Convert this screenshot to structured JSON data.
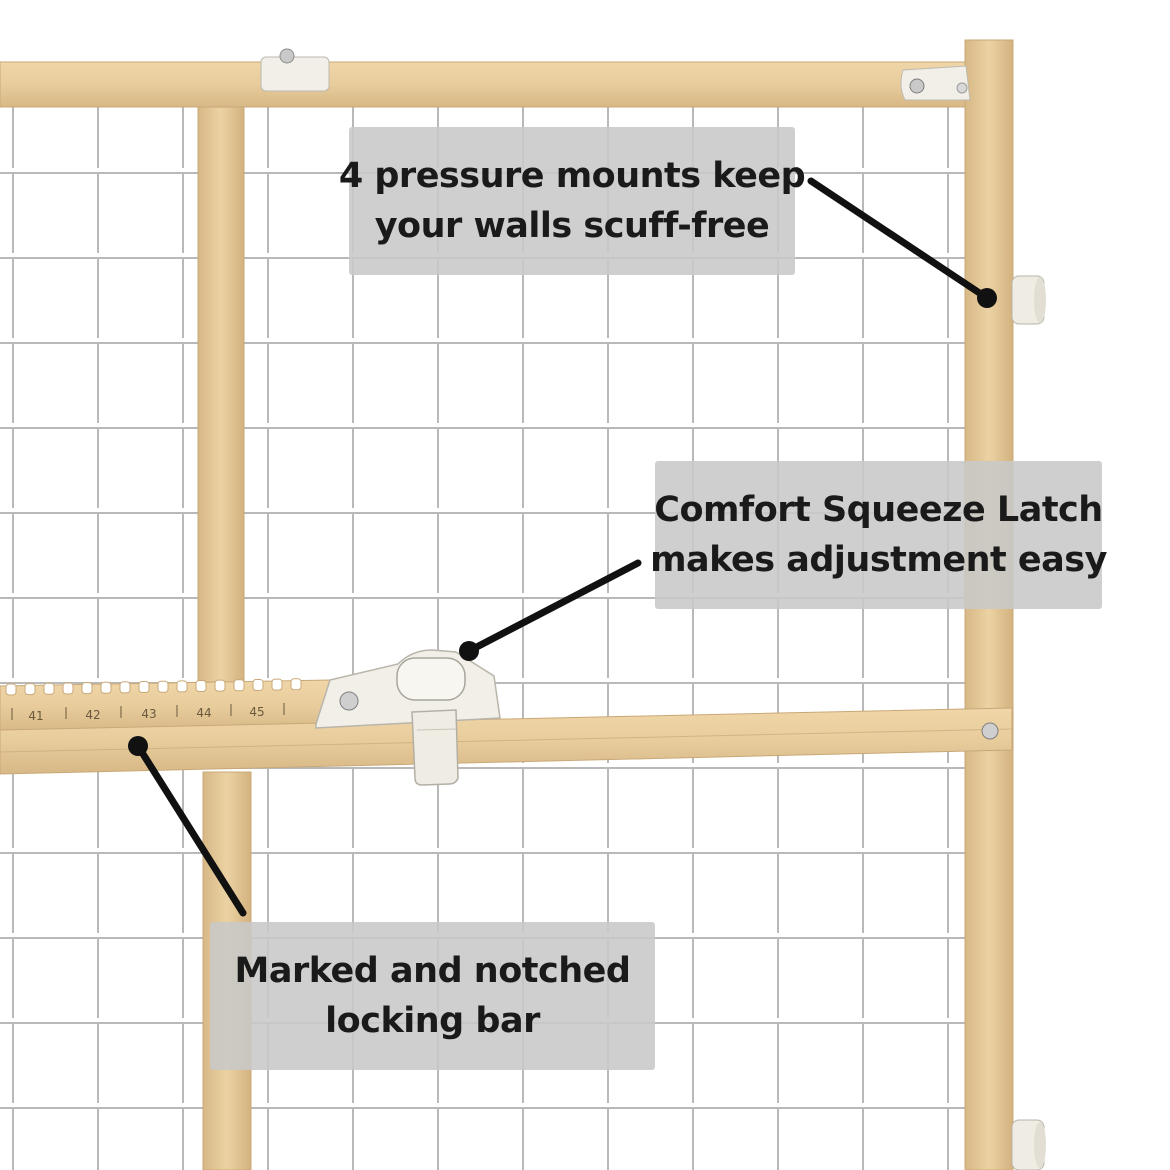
{
  "colors": {
    "wood": "#e8cc9c",
    "wood_dark": "#c9a877",
    "mesh": "#ffffff",
    "mesh_shadow": "#b9b9b9",
    "plastic": "#f1efe8",
    "callout_bg": "#c8c8c8",
    "callout_text": "#1a1a1a",
    "pointer": "#111111"
  },
  "callouts": {
    "pressure_mounts": {
      "line1": "4 pressure mounts keep",
      "line2": "your walls scuff-free"
    },
    "latch": {
      "line1": "Comfort Squeeze Latch",
      "line2": "makes adjustment easy"
    },
    "locking_bar": {
      "line1": "Marked and notched",
      "line2": "locking bar"
    }
  },
  "scale_marks": [
    "41",
    "42",
    "43",
    "44",
    "45"
  ]
}
